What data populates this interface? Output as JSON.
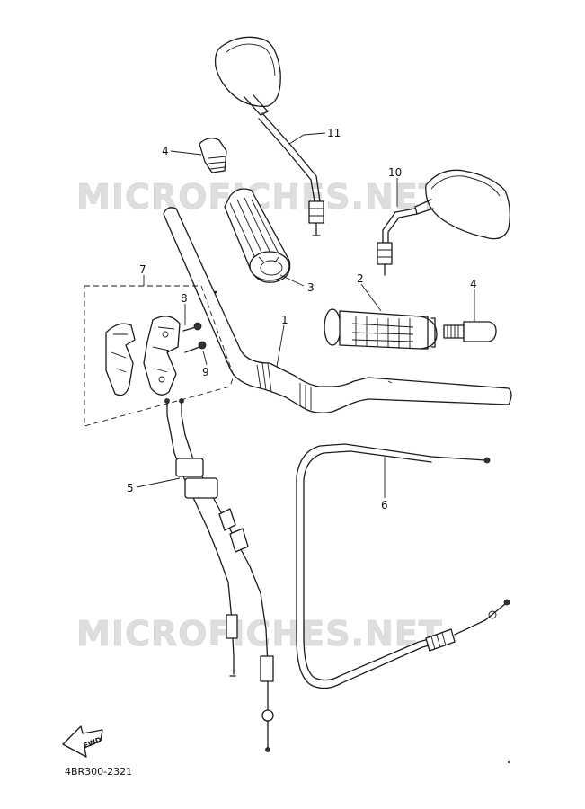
{
  "watermark": "MICROFICHES.NET",
  "part_labels": {
    "p1": "1",
    "p2": "2",
    "p3": "3",
    "p4a": "4",
    "p4b": "4",
    "p5": "5",
    "p6": "6",
    "p7": "7",
    "p8": "8",
    "p9": "9",
    "p10": "10",
    "p11": "11"
  },
  "fwd_label": "FWD",
  "diagram_code": "4BR300-2321"
}
